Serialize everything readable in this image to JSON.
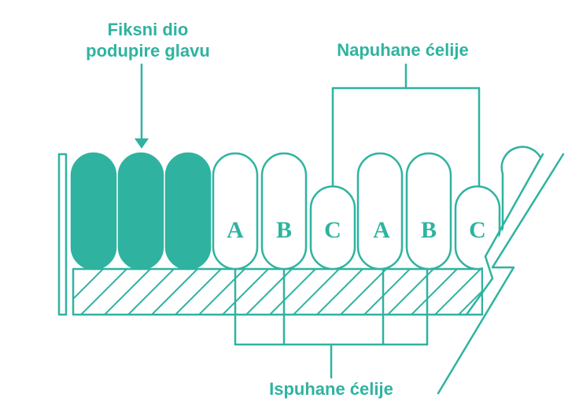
{
  "colors": {
    "accent": "#2fb3a0",
    "background": "#ffffff"
  },
  "labels": {
    "fixed_line1": "Fiksni dio",
    "fixed_line2": "podupire glavu",
    "inflated": "Napuhane ćelije",
    "deflated": "Ispuhane ćelije"
  },
  "cells": {
    "fixed_count": 3,
    "letters": [
      "A",
      "B",
      "C",
      "A",
      "B",
      "C"
    ]
  }
}
